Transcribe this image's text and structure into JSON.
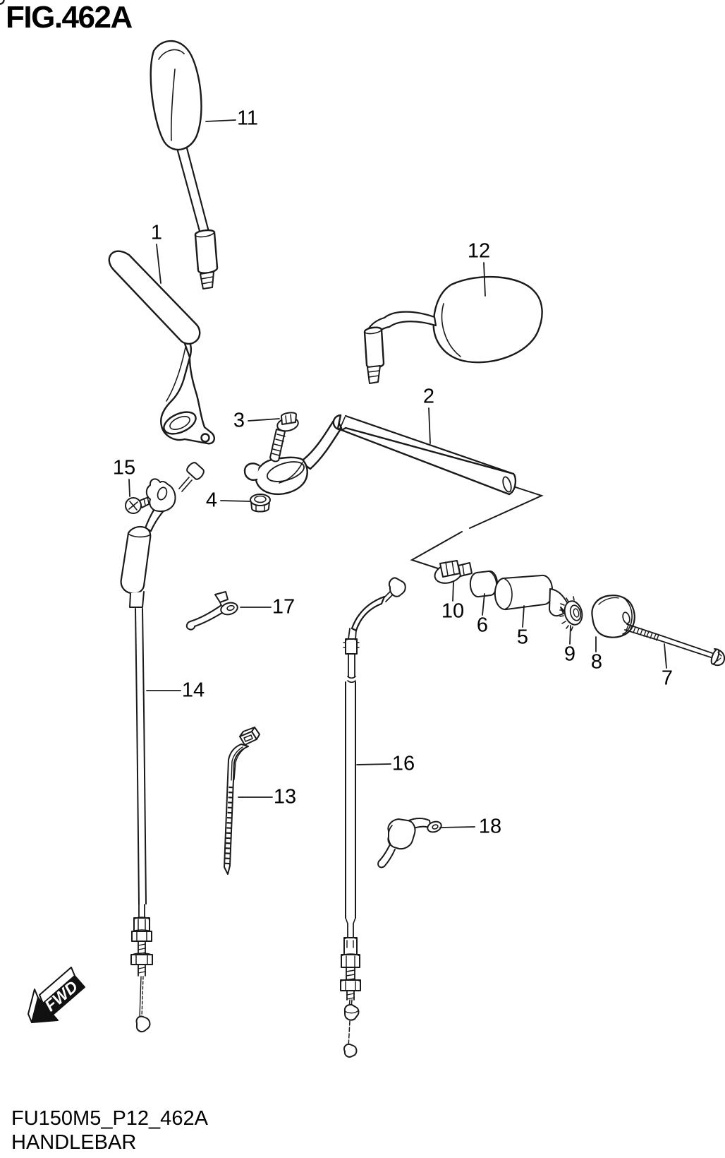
{
  "figure": {
    "title": "FIG.462A",
    "part_code": "FU150M5_P12_462A",
    "part_name": "HANDLEBAR"
  },
  "fwd_badge": {
    "label": "FWD"
  },
  "parts": [
    {
      "number": "1"
    },
    {
      "number": "2"
    },
    {
      "number": "3"
    },
    {
      "number": "4"
    },
    {
      "number": "5"
    },
    {
      "number": "6"
    },
    {
      "number": "7"
    },
    {
      "number": "8"
    },
    {
      "number": "9"
    },
    {
      "number": "10"
    },
    {
      "number": "11"
    },
    {
      "number": "12"
    },
    {
      "number": "13"
    },
    {
      "number": "14"
    },
    {
      "number": "15"
    },
    {
      "number": "16"
    },
    {
      "number": "17"
    },
    {
      "number": "18"
    }
  ],
  "colors": {
    "line": "#1a1a1a",
    "background": "#ffffff",
    "text": "#000000"
  }
}
